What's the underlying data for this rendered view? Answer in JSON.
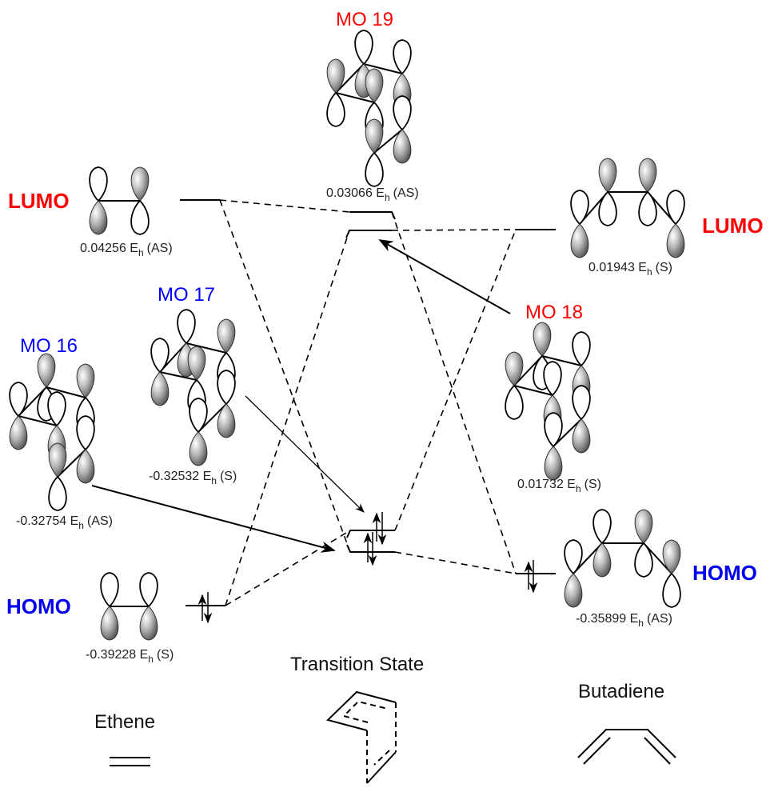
{
  "diagram": {
    "title": "Frontier molecular orbital correlation diagram: Ethene + Butadiene Diels-Alder transition state",
    "colors": {
      "unoccupied_label": "#ff0000",
      "occupied_label": "#0000ff",
      "lines": "#000000",
      "lobe_shade": "#888888"
    },
    "ethene": {
      "name": "Ethene",
      "lumo": {
        "label": "LUMO",
        "energy": "0.04256 E",
        "sub": "h",
        "symmetry": "(AS)"
      },
      "homo": {
        "label": "HOMO",
        "energy": "-0.39228 E",
        "sub": "h",
        "symmetry": "(S)"
      }
    },
    "butadiene": {
      "name": "Butadiene",
      "lumo": {
        "label": "LUMO",
        "energy": "0.01943 E",
        "sub": "h",
        "symmetry": "(S)"
      },
      "homo": {
        "label": "HOMO",
        "energy": "-0.35899 E",
        "sub": "h",
        "symmetry": "(AS)"
      }
    },
    "transition_state": {
      "name": "Transition State",
      "orbitals": [
        {
          "label": "MO 19",
          "energy": "0.03066 E",
          "sub": "h",
          "symmetry": "(AS)",
          "occupied": false
        },
        {
          "label": "MO 18",
          "energy": "0.01732 E",
          "sub": "h",
          "symmetry": "(S)",
          "occupied": false
        },
        {
          "label": "MO 17",
          "energy": "-0.32532 E",
          "sub": "h",
          "symmetry": "(S)",
          "occupied": true
        },
        {
          "label": "MO 16",
          "energy": "-0.32754 E",
          "sub": "h",
          "symmetry": "(AS)",
          "occupied": true
        }
      ]
    }
  }
}
